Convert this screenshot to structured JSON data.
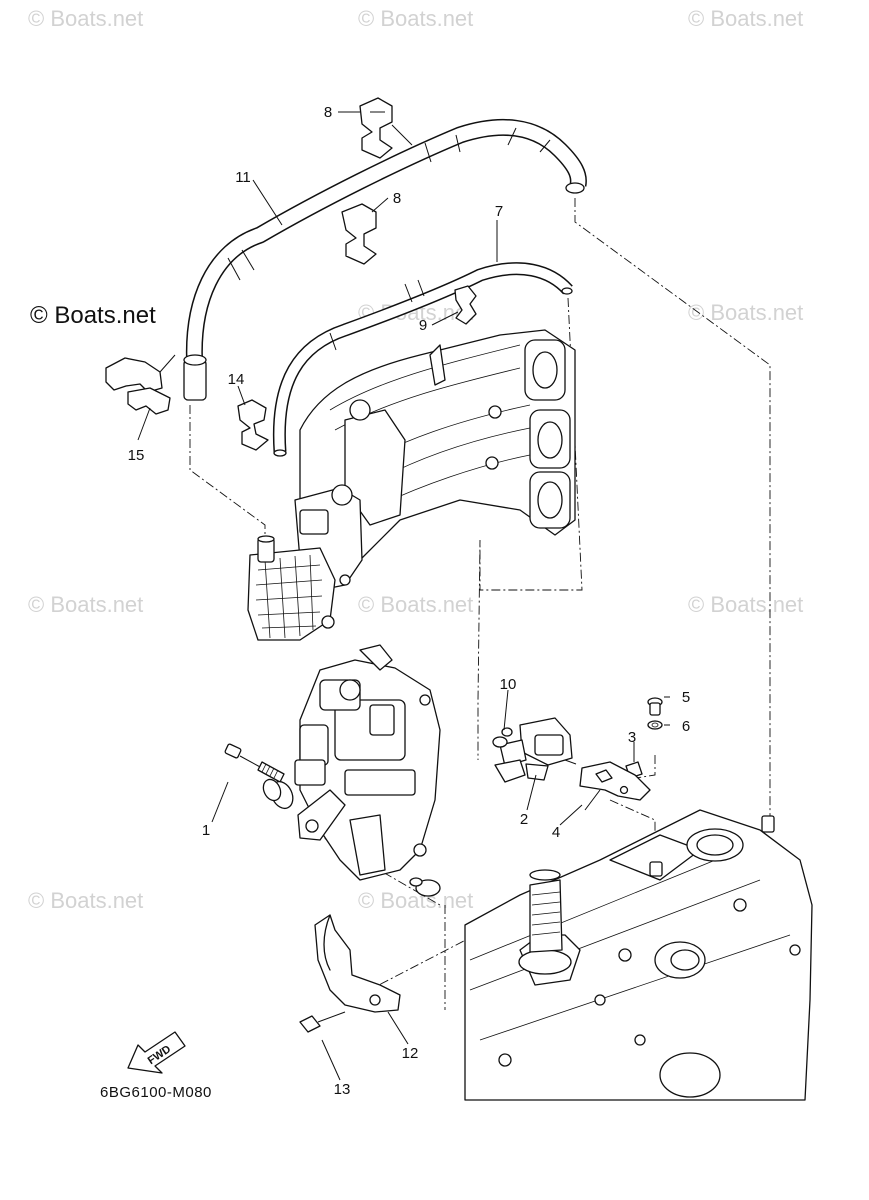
{
  "watermarks": [
    "© Boats.net",
    "© Boats.net",
    "© Boats.net",
    "© Boats.net",
    "© Boats.net",
    "© Boats.net",
    "© Boats.net",
    "© Boats.net",
    "© Boats.net",
    "© Boats.net"
  ],
  "main_watermark": "© Boats.net",
  "diagram_code": "6BG6100-M080",
  "fwd_label": "FWD",
  "callouts": {
    "c1": "1",
    "c2": "2",
    "c3": "3",
    "c4": "4",
    "c5": "5",
    "c6": "6",
    "c7": "7",
    "c8a": "8",
    "c8b": "8",
    "c9": "9",
    "c10": "10",
    "c11": "11",
    "c12": "12",
    "c13": "13",
    "c14": "14",
    "c15": "15"
  }
}
